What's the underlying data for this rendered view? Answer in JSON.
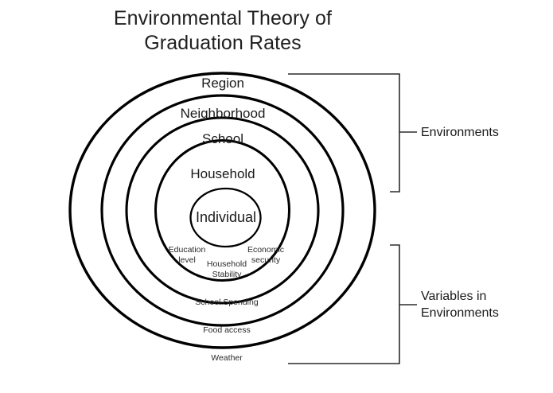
{
  "title": {
    "line1": "Environmental Theory of",
    "line2": "Graduation Rates"
  },
  "diagram": {
    "type": "concentric-rings",
    "rings": [
      {
        "id": "region",
        "label": "Region"
      },
      {
        "id": "neighborhood",
        "label": "Neighborhood"
      },
      {
        "id": "school",
        "label": "School"
      },
      {
        "id": "household",
        "label": "Household"
      },
      {
        "id": "individual",
        "label": "Individual"
      }
    ],
    "variables": [
      {
        "id": "education-level",
        "label_line1": "Education",
        "label_line2": "level"
      },
      {
        "id": "economic-security",
        "label_line1": "Economic",
        "label_line2": "security"
      },
      {
        "id": "household-stability",
        "label_line1": "Household",
        "label_line2": "Stability"
      },
      {
        "id": "school-spending",
        "label_line1": "School Spending",
        "label_line2": ""
      },
      {
        "id": "food-access",
        "label_line1": "Food access",
        "label_line2": ""
      },
      {
        "id": "weather",
        "label_line1": "Weather",
        "label_line2": ""
      }
    ],
    "brackets": [
      {
        "id": "environments",
        "line1": "Environments",
        "line2": ""
      },
      {
        "id": "variables-in-environments",
        "line1": "Variables in",
        "line2": "Environments"
      }
    ]
  },
  "colors": {
    "stroke": "#000000",
    "text": "#1a1a1a",
    "small_text": "#2a2a2a",
    "bracket_stroke": "#2b2b2b",
    "background": "#ffffff"
  }
}
